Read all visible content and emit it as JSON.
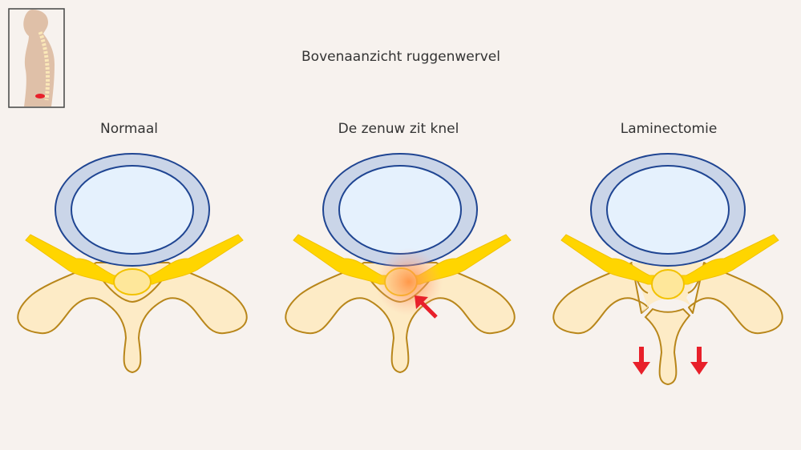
{
  "title": "Bovenaanzicht ruggenwervel",
  "panels": [
    {
      "label": "Normaal"
    },
    {
      "label": "De zenuw zit knel"
    },
    {
      "label": "Laminectomie"
    }
  ],
  "colors": {
    "background": "#f7f2ee",
    "disc_outer": "#cad5e8",
    "disc_inner": "#e5f1fd",
    "disc_stroke": "#1f4592",
    "bone": "#fdebc6",
    "bone_stroke": "#b8861a",
    "nerve": "#ffd500",
    "arrow": "#e8202a"
  }
}
